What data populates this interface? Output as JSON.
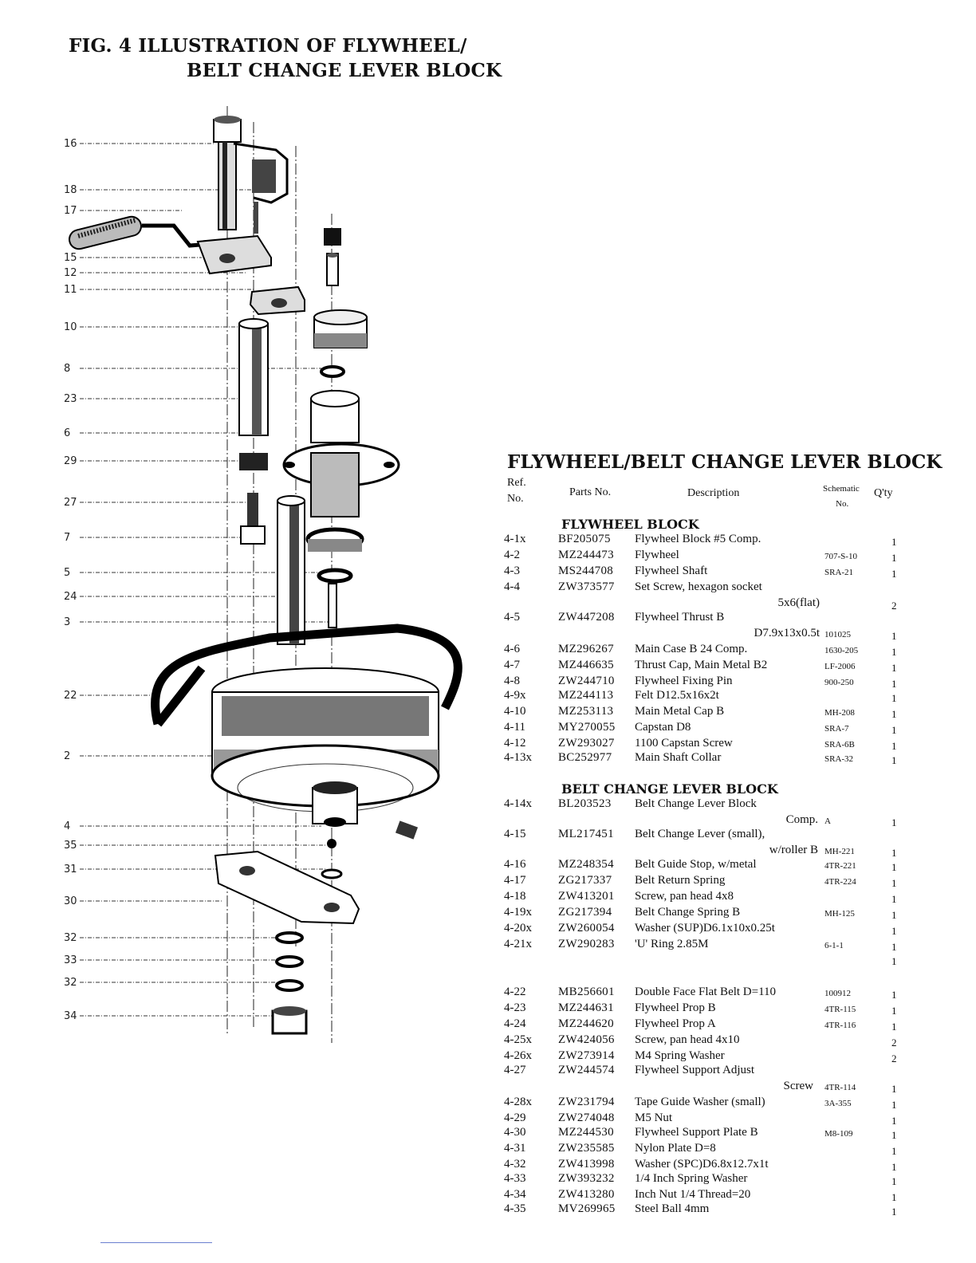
{
  "figure": {
    "title_line1": "FIG. 4  ILLUSTRATION OF FLYWHEEL/",
    "title_line2": "BELT CHANGE LEVER BLOCK",
    "callouts": [
      "16",
      "18",
      "17",
      "15",
      "12",
      "11",
      "10",
      "8",
      "23",
      "6",
      "29",
      "27",
      "7",
      "5",
      "24",
      "3",
      "22",
      "2",
      "4",
      "35",
      "31",
      "30",
      "32",
      "33",
      "32",
      "34"
    ]
  },
  "parts": {
    "heading": "FLYWHEEL/BELT CHANGE LEVER BLOCK",
    "headers": {
      "ref_line1": "Ref.",
      "ref_line2": "No.",
      "parts_no": "Parts No.",
      "description": "Description",
      "schematic_line1": "Schematic",
      "schematic_line2": "No.",
      "qty": "Q'ty"
    },
    "section1": "FLYWHEEL BLOCK",
    "section2": "BELT CHANGE LEVER BLOCK",
    "rows1": [
      {
        "ref": "4-1x",
        "pn": "BF205075",
        "desc": "Flywheel Block #5 Comp.",
        "sch": "",
        "qty": "1"
      },
      {
        "ref": "4-2",
        "pn": "MZ244473",
        "desc": "Flywheel",
        "sch": "707-S-10",
        "qty": "1"
      },
      {
        "ref": "4-3",
        "pn": "MS244708",
        "desc": "Flywheel Shaft",
        "sch": "SRA-21",
        "qty": "1"
      },
      {
        "ref": "4-4",
        "pn": "ZW373577",
        "desc": "Set Screw, hexagon socket",
        "sch": "",
        "qty": ""
      },
      {
        "ref": "4-5",
        "pn": "ZW447208",
        "desc": "Flywheel Thrust B",
        "sch": "",
        "qty": ""
      },
      {
        "ref": "4-6",
        "pn": "MZ296267",
        "desc": "Main Case B 24 Comp.",
        "sch": "1630-205",
        "qty": "1"
      },
      {
        "ref": "4-7",
        "pn": "MZ446635",
        "desc": "Thrust Cap, Main Metal B2",
        "sch": "LF-2006",
        "qty": "1"
      },
      {
        "ref": "4-8",
        "pn": "ZW244710",
        "desc": "Flywheel Fixing Pin",
        "sch": "900-250",
        "qty": "1"
      },
      {
        "ref": "4-9x",
        "pn": "MZ244113",
        "desc": "Felt D12.5x16x2t",
        "sch": "",
        "qty": "1"
      },
      {
        "ref": "4-10",
        "pn": "MZ253113",
        "desc": "Main Metal Cap B",
        "sch": "MH-208",
        "qty": "1"
      },
      {
        "ref": "4-11",
        "pn": "MY270055",
        "desc": "Capstan D8",
        "sch": "SRA-7",
        "qty": "1"
      },
      {
        "ref": "4-12",
        "pn": "ZW293027",
        "desc": "1100 Capstan Screw",
        "sch": "SRA-6B",
        "qty": "1"
      },
      {
        "ref": "4-13x",
        "pn": "BC252977",
        "desc": "Main Shaft Collar",
        "sch": "SRA-32",
        "qty": "1"
      }
    ],
    "cont1": [
      {
        "text": "5x6(flat)",
        "sch": "",
        "qty": "2"
      },
      {
        "text": "D7.9x13x0.5t",
        "sch": "101025",
        "qty": "1"
      }
    ],
    "rows2": [
      {
        "ref": "4-14x",
        "pn": "BL203523",
        "desc": "Belt Change Lever Block",
        "sch": "",
        "qty": ""
      },
      {
        "ref": "4-15",
        "pn": "ML217451",
        "desc": "Belt Change Lever (small),",
        "sch": "",
        "qty": ""
      },
      {
        "ref": "4-16",
        "pn": "MZ248354",
        "desc": "Belt Guide Stop, w/metal",
        "sch": "4TR-221",
        "qty": "1"
      },
      {
        "ref": "4-17",
        "pn": "ZG217337",
        "desc": "Belt Return Spring",
        "sch": "4TR-224",
        "qty": "1"
      },
      {
        "ref": "4-18",
        "pn": "ZW413201",
        "desc": "Screw, pan head 4x8",
        "sch": "",
        "qty": "1"
      },
      {
        "ref": "4-19x",
        "pn": "ZG217394",
        "desc": "Belt Change Spring B",
        "sch": "MH-125",
        "qty": "1"
      },
      {
        "ref": "4-20x",
        "pn": "ZW260054",
        "desc": "Washer (SUP)D6.1x10x0.25t",
        "sch": "",
        "qty": "1"
      },
      {
        "ref": "4-21x",
        "pn": "ZW290283",
        "desc": "'U' Ring 2.85M",
        "sch": "6-1-1",
        "qty": "1"
      }
    ],
    "cont2": [
      {
        "text": "Comp.",
        "sch": "A",
        "qty": "1"
      },
      {
        "text": "w/roller B",
        "sch": "MH-221",
        "qty": "1"
      }
    ],
    "extra_qty": "1",
    "rows3": [
      {
        "ref": "4-22",
        "pn": "MB256601",
        "desc": "Double Face Flat Belt D=110",
        "sch": "100912",
        "qty": "1"
      },
      {
        "ref": "4-23",
        "pn": "MZ244631",
        "desc": "Flywheel Prop B",
        "sch": "4TR-115",
        "qty": "1"
      },
      {
        "ref": "4-24",
        "pn": "MZ244620",
        "desc": "Flywheel Prop A",
        "sch": "4TR-116",
        "qty": "1"
      },
      {
        "ref": "4-25x",
        "pn": "ZW424056",
        "desc": "Screw, pan head 4x10",
        "sch": "",
        "qty": "2"
      },
      {
        "ref": "4-26x",
        "pn": "ZW273914",
        "desc": "M4 Spring Washer",
        "sch": "",
        "qty": "2"
      },
      {
        "ref": "4-27",
        "pn": "ZW244574",
        "desc": "Flywheel Support Adjust",
        "sch": "",
        "qty": ""
      },
      {
        "ref": "4-28x",
        "pn": "ZW231794",
        "desc": "Tape Guide Washer (small)",
        "sch": "3A-355",
        "qty": "1"
      },
      {
        "ref": "4-29",
        "pn": "ZW274048",
        "desc": "M5 Nut",
        "sch": "",
        "qty": "1"
      },
      {
        "ref": "4-30",
        "pn": "MZ244530",
        "desc": "Flywheel Support Plate B",
        "sch": "M8-109",
        "qty": "1"
      },
      {
        "ref": "4-31",
        "pn": "ZW235585",
        "desc": "Nylon Plate D=8",
        "sch": "",
        "qty": "1"
      },
      {
        "ref": "4-32",
        "pn": "ZW413998",
        "desc": "Washer (SPC)D6.8x12.7x1t",
        "sch": "",
        "qty": "1"
      },
      {
        "ref": "4-33",
        "pn": "ZW393232",
        "desc": "1/4 Inch Spring Washer",
        "sch": "",
        "qty": "1"
      },
      {
        "ref": "4-34",
        "pn": "ZW413280",
        "desc": "Inch Nut 1/4 Thread=20",
        "sch": "",
        "qty": "1"
      },
      {
        "ref": "4-35",
        "pn": "MV269965",
        "desc": "Steel Ball 4mm",
        "sch": "",
        "qty": "1"
      }
    ],
    "cont3": [
      {
        "text": "Screw",
        "sch": "4TR-114",
        "qty": "1"
      }
    ]
  }
}
